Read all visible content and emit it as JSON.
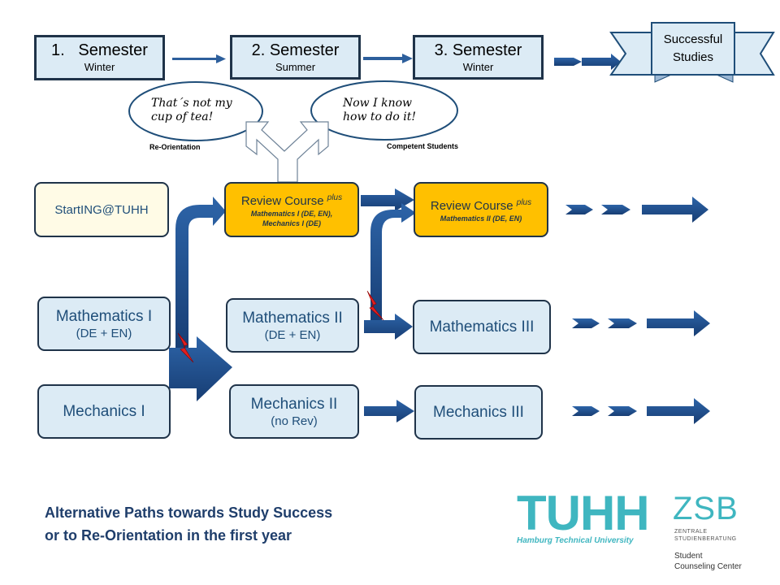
{
  "semesters": [
    {
      "number": "1.",
      "title": "Semester",
      "season": "Winter"
    },
    {
      "number": "2.",
      "title": "Semester",
      "season": "Summer"
    },
    {
      "number": "3.",
      "title": "Semester",
      "season": "Winter"
    }
  ],
  "goal": {
    "line1": "Successful",
    "line2": "Studies"
  },
  "bubbles": {
    "left": {
      "line1": "That´s not my",
      "line2": "cup of tea!",
      "caption": "Re-Orientation"
    },
    "right": {
      "line1": "Now I know",
      "line2": "how to do it!",
      "caption": "Competent  Students"
    }
  },
  "start": {
    "label": "StartING@TUHH"
  },
  "review1": {
    "title": "Review Course",
    "sup": "plus",
    "line1": "Mathematics  I (DE, EN),",
    "line2": "Mechanics  I  (DE)"
  },
  "review2": {
    "title": "Review Course",
    "sup": "plus",
    "line1": "Mathematics  II (DE, EN)"
  },
  "courses": {
    "math1": {
      "title": "Mathematics I",
      "sub": "(DE + EN)"
    },
    "math2": {
      "title": "Mathematics II",
      "sub": "(DE + EN)"
    },
    "math3": {
      "title": "Mathematics III"
    },
    "mech1": {
      "title": "Mechanics I"
    },
    "mech2": {
      "title": "Mechanics II",
      "sub": "(no Rev)"
    },
    "mech3": {
      "title": "Mechanics III"
    }
  },
  "footer": {
    "line1": "Alternative Paths towards Study Success",
    "line2": "or to Re-Orientation in the first year"
  },
  "logos": {
    "tuhh": "TUHH",
    "tuhh_sub": "Hamburg Technical University",
    "zsb": "ZSB",
    "zsb_sub1": "ZENTRALE",
    "zsb_sub2": "STUDIENBERATUNG",
    "scc1": "Student",
    "scc2": "Counseling Center"
  },
  "colors": {
    "arrow": "#1f4e8c",
    "review": "#ffc000",
    "box": "#dcebf5",
    "teal": "#3fb6c0",
    "bolt": "#e02020"
  }
}
